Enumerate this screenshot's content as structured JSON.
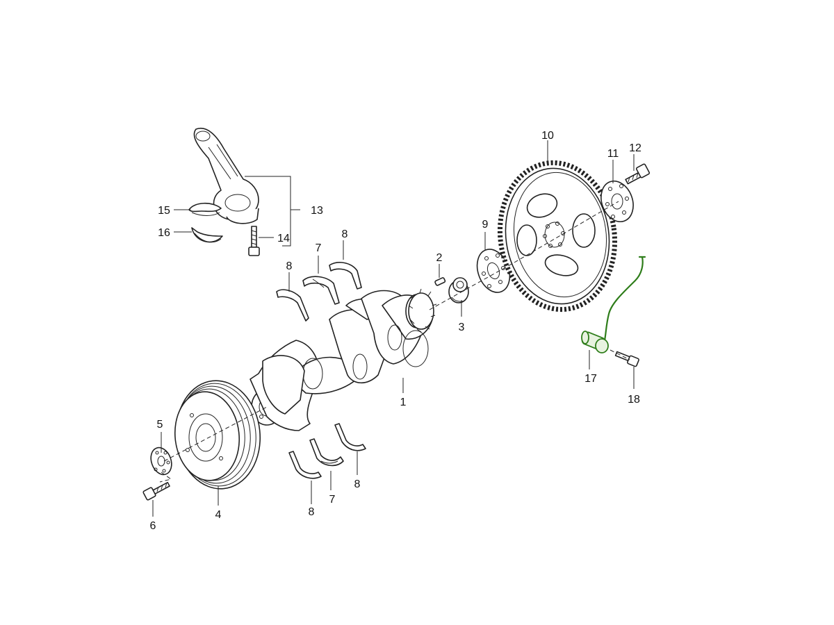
{
  "callouts": {
    "c1": "1",
    "c2": "2",
    "c3": "3",
    "c4": "4",
    "c5": "5",
    "c6": "6",
    "c7a": "7",
    "c7b": "7",
    "c8a": "8",
    "c8b": "8",
    "c8c": "8",
    "c8d": "8",
    "c9": "9",
    "c10": "10",
    "c11": "11",
    "c12": "12",
    "c13": "13",
    "c14": "14",
    "c15": "15",
    "c16": "16",
    "c17": "17",
    "c18": "18"
  },
  "colors": {
    "line": "#222222",
    "sensor_highlight": "#2e7d1a"
  }
}
